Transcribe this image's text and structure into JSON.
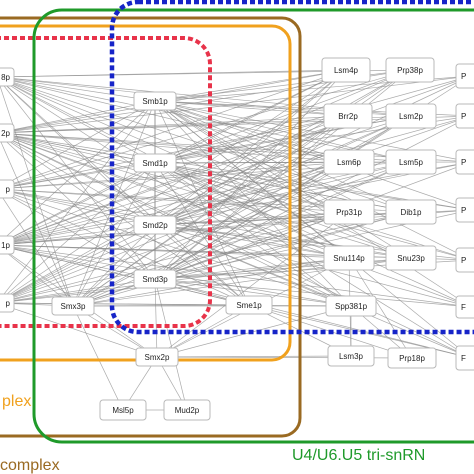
{
  "colors": {
    "edge": "#8e8e8e",
    "red_complex": "#e8334a",
    "orange_complex": "#f0a11e",
    "brown_complex": "#9a6a22",
    "green_complex": "#1f9a2a",
    "blue_complex": "#1624c8"
  },
  "complex_labels": {
    "orange": "plex",
    "brown": "complex",
    "green": "U4/U6.U5 tri-snRN"
  },
  "nodes": [
    {
      "id": "Smb1p",
      "label": "Smb1p"
    },
    {
      "id": "Smd1p",
      "label": "Smd1p"
    },
    {
      "id": "Smd2p",
      "label": "Smd2p"
    },
    {
      "id": "Smd3p",
      "label": "Smd3p"
    },
    {
      "id": "Smx3p",
      "label": "Smx3p"
    },
    {
      "id": "Smx2p",
      "label": "Smx2p"
    },
    {
      "id": "Sme1p",
      "label": "Sme1p"
    },
    {
      "id": "Msl5p",
      "label": "Msl5p"
    },
    {
      "id": "Mud2p",
      "label": "Mud2p"
    },
    {
      "id": "Lsm4p",
      "label": "Lsm4p"
    },
    {
      "id": "Prp38p",
      "label": "Prp38p"
    },
    {
      "id": "Brr2p",
      "label": "Brr2p"
    },
    {
      "id": "Lsm2p",
      "label": "Lsm2p"
    },
    {
      "id": "Lsm6p",
      "label": "Lsm6p"
    },
    {
      "id": "Lsm5p",
      "label": "Lsm5p"
    },
    {
      "id": "Prp31p",
      "label": "Prp31p"
    },
    {
      "id": "Dib1p",
      "label": "Dib1p"
    },
    {
      "id": "Snu114p",
      "label": "Snu114p"
    },
    {
      "id": "Snu23p",
      "label": "Snu23p"
    },
    {
      "id": "Spp381p",
      "label": "Spp381p"
    },
    {
      "id": "Lsm3p",
      "label": "Lsm3p"
    },
    {
      "id": "Prp18p",
      "label": "Prp18p"
    },
    {
      "id": "L1",
      "label": "8p"
    },
    {
      "id": "L2",
      "label": "2p"
    },
    {
      "id": "L3",
      "label": "p"
    },
    {
      "id": "L4",
      "label": "1p"
    },
    {
      "id": "L5",
      "label": "p"
    },
    {
      "id": "R1",
      "label": "P"
    },
    {
      "id": "R2",
      "label": "P"
    },
    {
      "id": "R3",
      "label": "P"
    },
    {
      "id": "R4",
      "label": "P"
    },
    {
      "id": "R5",
      "label": "F"
    },
    {
      "id": "R6",
      "label": "F"
    },
    {
      "id": "R7",
      "label": "P"
    }
  ]
}
